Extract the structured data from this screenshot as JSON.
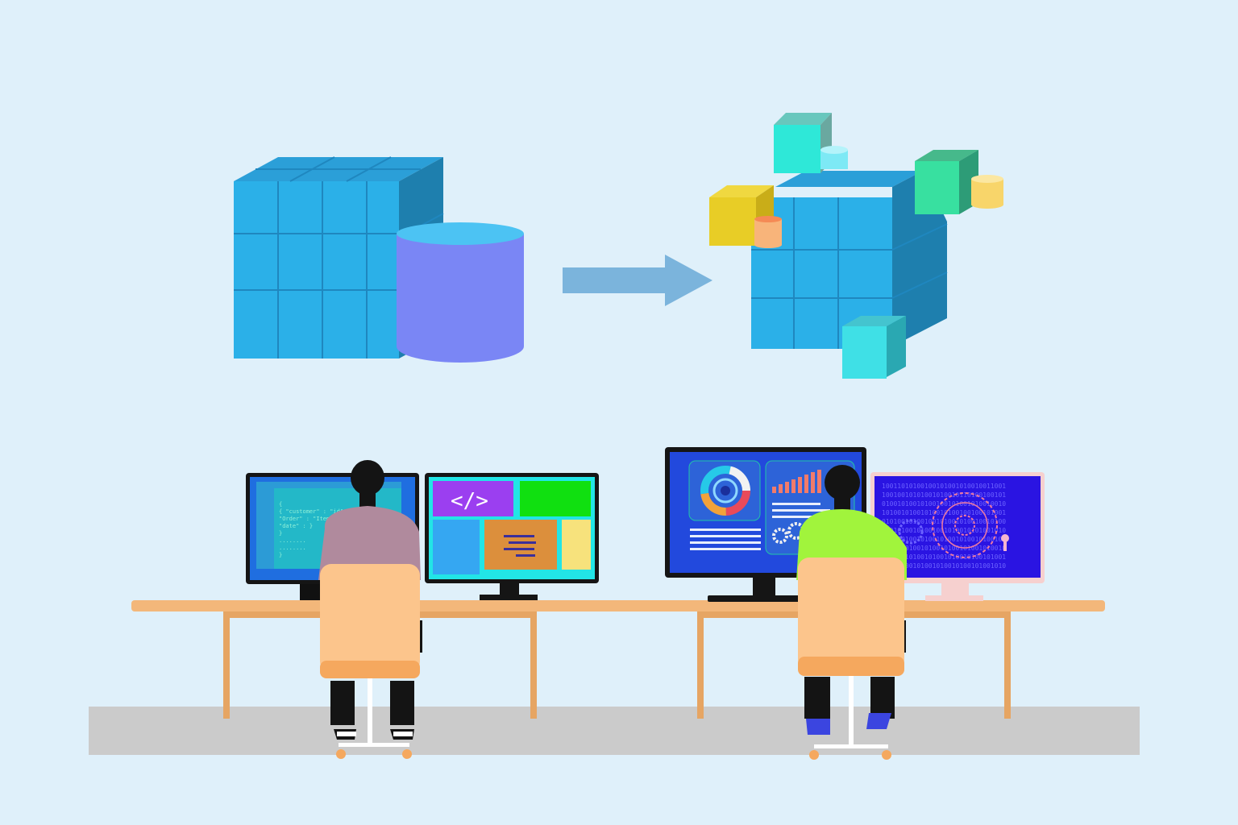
{
  "colors": {
    "background": "#dff0fa",
    "cube_front": "#2bb0e8",
    "cube_top": "#2b9fd8",
    "cube_side": "#1e7fae",
    "database": "#7a86f5",
    "database_top": "#4cc3f3",
    "arrow": "#7bb4dc",
    "desk": "#f3b77a",
    "floor": "#cbcbcb",
    "chair": "#fcc58c"
  },
  "icons": [
    "data-cube-icon",
    "database-cylinder-icon",
    "right-arrow-icon",
    "exploded-cube-icon",
    "code-tag-icon",
    "donut-chart-icon",
    "bar-chart-icon",
    "gear-icon",
    "clock-icon",
    "keyhole-icon"
  ],
  "left_monitor": {
    "code_lines": [
      "{",
      "  {  \"customer\" : \"id\",",
      "     \"Order\"  : \"Item\",",
      "     \"date\"   : }",
      "  }",
      "     ........",
      "     ........",
      "}"
    ]
  },
  "code_tag": "</>",
  "right_monitor": {
    "binary_lines": [
      "10011010100100101001010010011001",
      "10010010101001010010110100100101",
      "01001010010100100101001010010010",
      "10100101001010010100100100101001",
      "01010010100100101001010010010100",
      "10010100101001001010010101001010",
      "01001010010100101001010010100101",
      "10100101001010010100101001010010",
      "01010010100101001010010100101001",
      "10010100101001010010100101001010"
    ]
  }
}
